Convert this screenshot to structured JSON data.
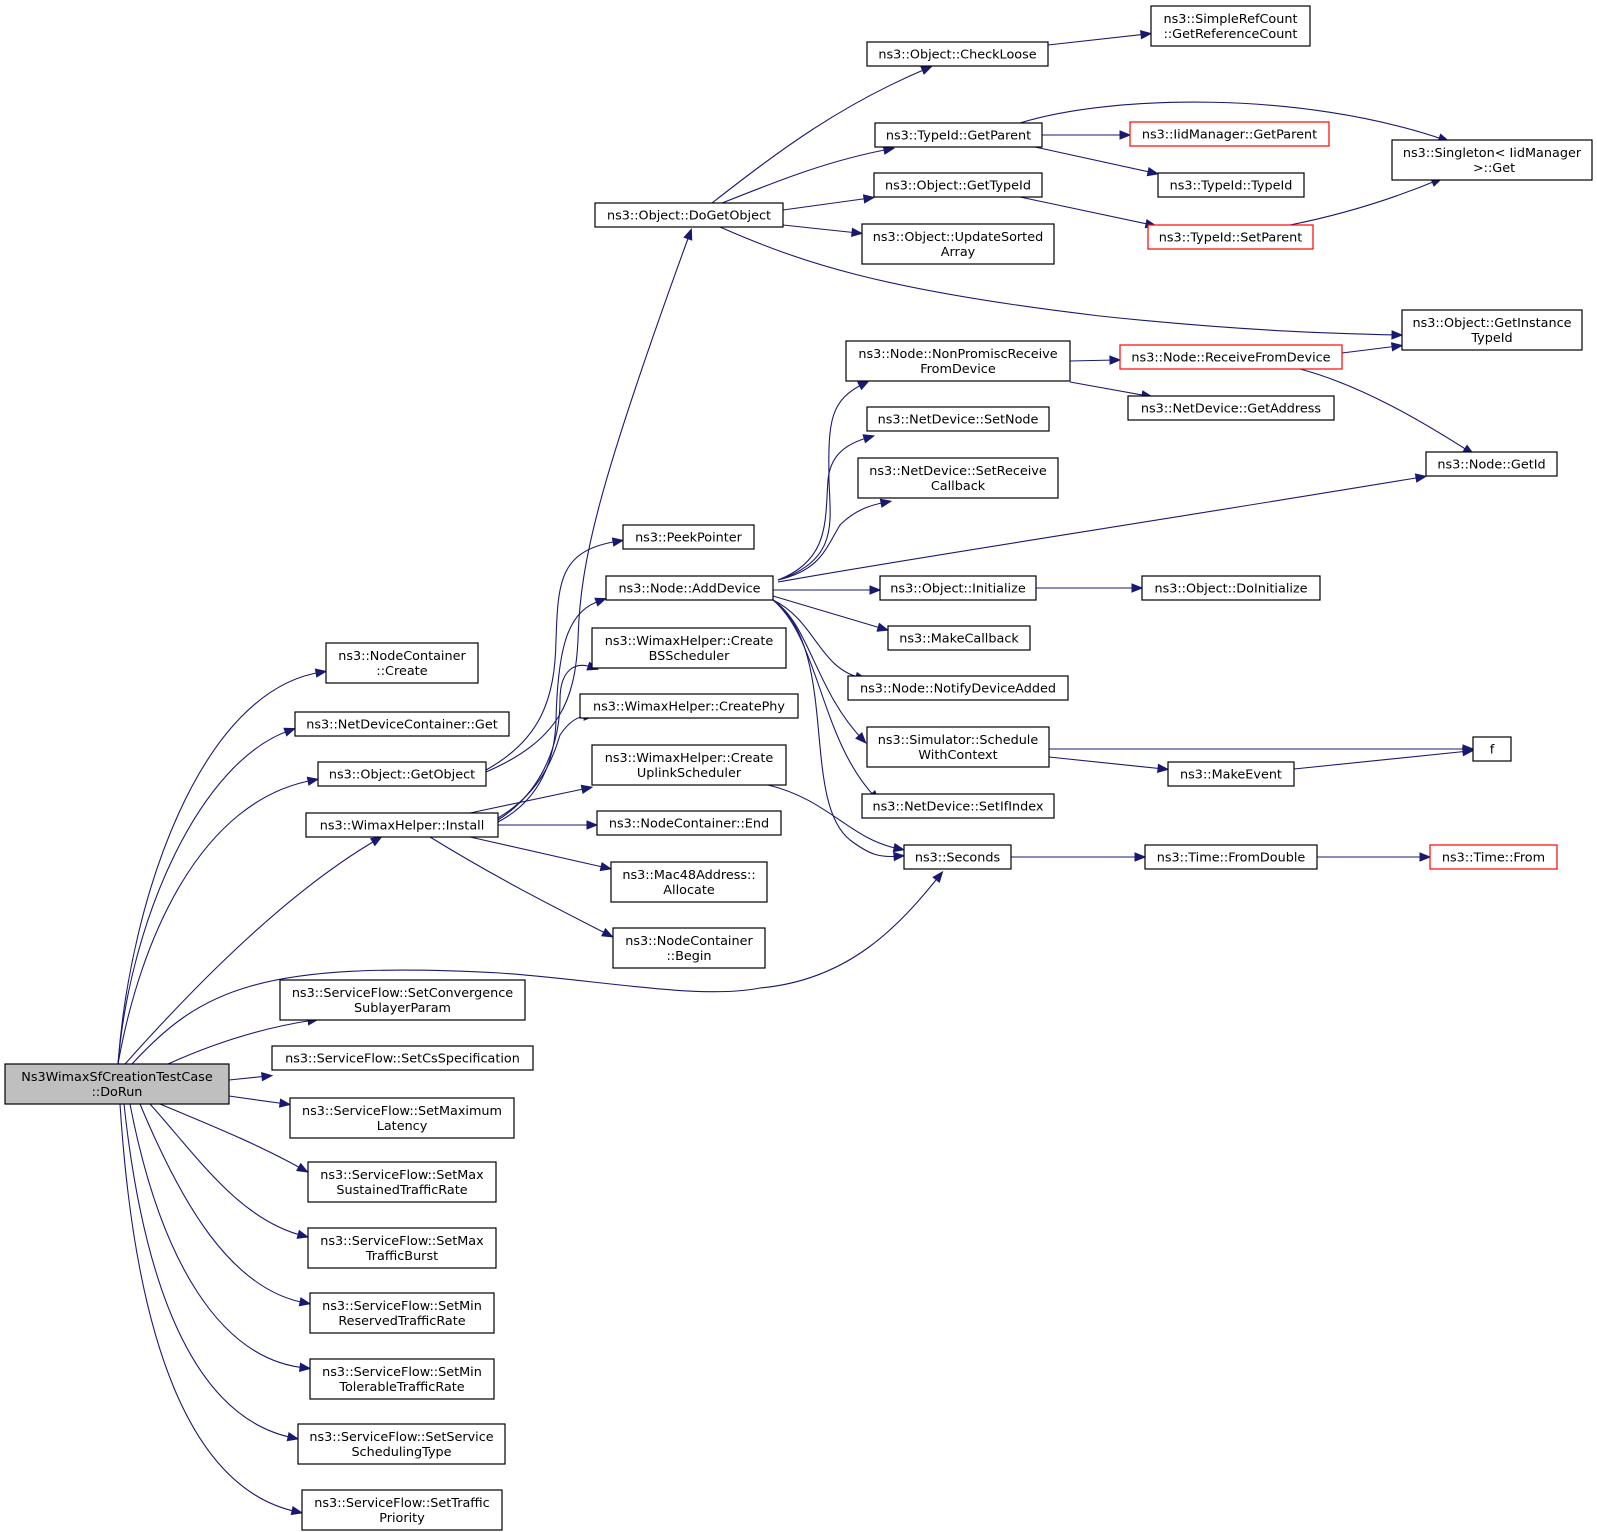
{
  "nodes": [
    {
      "id": "root",
      "lines": [
        "Ns3WimaxSfCreationTestCase",
        "::DoRun"
      ],
      "style": "root"
    },
    {
      "id": "nc_create",
      "lines": [
        "ns3::NodeContainer",
        "::Create"
      ]
    },
    {
      "id": "ndc_get",
      "lines": [
        "ns3::NetDeviceContainer::Get"
      ]
    },
    {
      "id": "obj_getobject",
      "lines": [
        "ns3::Object::GetObject"
      ]
    },
    {
      "id": "wh_install",
      "lines": [
        "ns3::WimaxHelper::Install"
      ]
    },
    {
      "id": "sf_setconv",
      "lines": [
        "ns3::ServiceFlow::SetConvergence",
        "SublayerParam"
      ]
    },
    {
      "id": "sf_setcs",
      "lines": [
        "ns3::ServiceFlow::SetCsSpecification"
      ]
    },
    {
      "id": "sf_setmaxlat",
      "lines": [
        "ns3::ServiceFlow::SetMaximum",
        "Latency"
      ]
    },
    {
      "id": "sf_setmaxsus",
      "lines": [
        "ns3::ServiceFlow::SetMax",
        "SustainedTrafficRate"
      ]
    },
    {
      "id": "sf_setmaxburst",
      "lines": [
        "ns3::ServiceFlow::SetMax",
        "TrafficBurst"
      ]
    },
    {
      "id": "sf_setminres",
      "lines": [
        "ns3::ServiceFlow::SetMin",
        "ReservedTrafficRate"
      ]
    },
    {
      "id": "sf_setmintol",
      "lines": [
        "ns3::ServiceFlow::SetMin",
        "TolerableTrafficRate"
      ]
    },
    {
      "id": "sf_setsched",
      "lines": [
        "ns3::ServiceFlow::SetService",
        "SchedulingType"
      ]
    },
    {
      "id": "sf_setprio",
      "lines": [
        "ns3::ServiceFlow::SetTraffic",
        "Priority"
      ]
    },
    {
      "id": "obj_dogetobject",
      "lines": [
        "ns3::Object::DoGetObject"
      ]
    },
    {
      "id": "peekpointer",
      "lines": [
        "ns3::PeekPointer"
      ]
    },
    {
      "id": "node_adddevice",
      "lines": [
        "ns3::Node::AddDevice"
      ]
    },
    {
      "id": "wh_createbs",
      "lines": [
        "ns3::WimaxHelper::Create",
        "BSScheduler"
      ]
    },
    {
      "id": "wh_createphy",
      "lines": [
        "ns3::WimaxHelper::CreatePhy"
      ]
    },
    {
      "id": "wh_createul",
      "lines": [
        "ns3::WimaxHelper::Create",
        "UplinkScheduler"
      ]
    },
    {
      "id": "nc_end",
      "lines": [
        "ns3::NodeContainer::End"
      ]
    },
    {
      "id": "mac48_alloc",
      "lines": [
        "ns3::Mac48Address::",
        "Allocate"
      ]
    },
    {
      "id": "nc_begin",
      "lines": [
        "ns3::NodeContainer",
        "::Begin"
      ]
    },
    {
      "id": "obj_checkloose",
      "lines": [
        "ns3::Object::CheckLoose"
      ]
    },
    {
      "id": "typeid_getparent",
      "lines": [
        "ns3::TypeId::GetParent"
      ]
    },
    {
      "id": "obj_gettypeid",
      "lines": [
        "ns3::Object::GetTypeId"
      ]
    },
    {
      "id": "obj_updatesorted",
      "lines": [
        "ns3::Object::UpdateSorted",
        "Array"
      ]
    },
    {
      "id": "node_nonpromisc",
      "lines": [
        "ns3::Node::NonPromiscReceive",
        "FromDevice"
      ]
    },
    {
      "id": "nd_setnode",
      "lines": [
        "ns3::NetDevice::SetNode"
      ]
    },
    {
      "id": "nd_setrecv",
      "lines": [
        "ns3::NetDevice::SetReceive",
        "Callback"
      ]
    },
    {
      "id": "obj_initialize",
      "lines": [
        "ns3::Object::Initialize"
      ]
    },
    {
      "id": "makecallback",
      "lines": [
        "ns3::MakeCallback"
      ]
    },
    {
      "id": "node_notify",
      "lines": [
        "ns3::Node::NotifyDeviceAdded"
      ]
    },
    {
      "id": "sim_schedule",
      "lines": [
        "ns3::Simulator::Schedule",
        "WithContext"
      ]
    },
    {
      "id": "nd_setifindex",
      "lines": [
        "ns3::NetDevice::SetIfIndex"
      ]
    },
    {
      "id": "seconds",
      "lines": [
        "ns3::Seconds"
      ]
    },
    {
      "id": "src_getrefcount",
      "lines": [
        "ns3::SimpleRefCount",
        "::GetReferenceCount"
      ]
    },
    {
      "id": "iid_getparent",
      "lines": [
        "ns3::IidManager::GetParent"
      ],
      "style": "red"
    },
    {
      "id": "typeid_typeid",
      "lines": [
        "ns3::TypeId::TypeId"
      ]
    },
    {
      "id": "typeid_setparent",
      "lines": [
        "ns3::TypeId::SetParent"
      ],
      "style": "red"
    },
    {
      "id": "node_recvfromdev",
      "lines": [
        "ns3::Node::ReceiveFromDevice"
      ],
      "style": "red"
    },
    {
      "id": "nd_getaddress",
      "lines": [
        "ns3::NetDevice::GetAddress"
      ]
    },
    {
      "id": "obj_doinitialize",
      "lines": [
        "ns3::Object::DoInitialize"
      ]
    },
    {
      "id": "makeevent",
      "lines": [
        "ns3::MakeEvent"
      ]
    },
    {
      "id": "time_fromdouble",
      "lines": [
        "ns3::Time::FromDouble"
      ]
    },
    {
      "id": "singleton_get",
      "lines": [
        "ns3::Singleton< IidManager",
        " >::Get"
      ]
    },
    {
      "id": "obj_getinstance",
      "lines": [
        "ns3::Object::GetInstance",
        "TypeId"
      ]
    },
    {
      "id": "node_getid",
      "lines": [
        "ns3::Node::GetId"
      ]
    },
    {
      "id": "f",
      "lines": [
        "f"
      ]
    },
    {
      "id": "time_from",
      "lines": [
        "ns3::Time::From"
      ],
      "style": "red"
    }
  ],
  "edges": [
    [
      "root",
      "nc_create"
    ],
    [
      "root",
      "ndc_get"
    ],
    [
      "root",
      "obj_getobject"
    ],
    [
      "root",
      "wh_install"
    ],
    [
      "root",
      "seconds"
    ],
    [
      "root",
      "sf_setconv"
    ],
    [
      "root",
      "sf_setcs"
    ],
    [
      "root",
      "sf_setmaxlat"
    ],
    [
      "root",
      "sf_setmaxsus"
    ],
    [
      "root",
      "sf_setmaxburst"
    ],
    [
      "root",
      "sf_setminres"
    ],
    [
      "root",
      "sf_setmintol"
    ],
    [
      "root",
      "sf_setsched"
    ],
    [
      "root",
      "sf_setprio"
    ],
    [
      "obj_getobject",
      "obj_dogetobject"
    ],
    [
      "obj_getobject",
      "peekpointer"
    ],
    [
      "wh_install",
      "node_adddevice"
    ],
    [
      "wh_install",
      "wh_createbs"
    ],
    [
      "wh_install",
      "wh_createphy"
    ],
    [
      "wh_install",
      "wh_createul"
    ],
    [
      "wh_install",
      "nc_end"
    ],
    [
      "wh_install",
      "mac48_alloc"
    ],
    [
      "wh_install",
      "nc_begin"
    ],
    [
      "obj_dogetobject",
      "obj_checkloose"
    ],
    [
      "obj_dogetobject",
      "typeid_getparent"
    ],
    [
      "obj_dogetobject",
      "obj_gettypeid"
    ],
    [
      "obj_dogetobject",
      "obj_updatesorted"
    ],
    [
      "obj_dogetobject",
      "obj_getinstance"
    ],
    [
      "node_adddevice",
      "node_nonpromisc"
    ],
    [
      "node_adddevice",
      "nd_setnode"
    ],
    [
      "node_adddevice",
      "nd_setrecv"
    ],
    [
      "node_adddevice",
      "node_getid"
    ],
    [
      "node_adddevice",
      "obj_initialize"
    ],
    [
      "node_adddevice",
      "makecallback"
    ],
    [
      "node_adddevice",
      "node_notify"
    ],
    [
      "node_adddevice",
      "sim_schedule"
    ],
    [
      "node_adddevice",
      "nd_setifindex"
    ],
    [
      "node_adddevice",
      "seconds"
    ],
    [
      "wh_createul",
      "seconds"
    ],
    [
      "obj_checkloose",
      "src_getrefcount"
    ],
    [
      "typeid_getparent",
      "iid_getparent"
    ],
    [
      "typeid_getparent",
      "typeid_typeid"
    ],
    [
      "typeid_getparent",
      "singleton_get"
    ],
    [
      "obj_gettypeid",
      "typeid_setparent"
    ],
    [
      "typeid_setparent",
      "singleton_get"
    ],
    [
      "node_nonpromisc",
      "node_recvfromdev"
    ],
    [
      "node_nonpromisc",
      "nd_getaddress"
    ],
    [
      "node_recvfromdev",
      "obj_getinstance"
    ],
    [
      "node_recvfromdev",
      "node_getid"
    ],
    [
      "obj_initialize",
      "obj_doinitialize"
    ],
    [
      "sim_schedule",
      "f"
    ],
    [
      "sim_schedule",
      "makeevent"
    ],
    [
      "makeevent",
      "f"
    ],
    [
      "seconds",
      "time_fromdouble"
    ],
    [
      "time_fromdouble",
      "time_from"
    ]
  ]
}
